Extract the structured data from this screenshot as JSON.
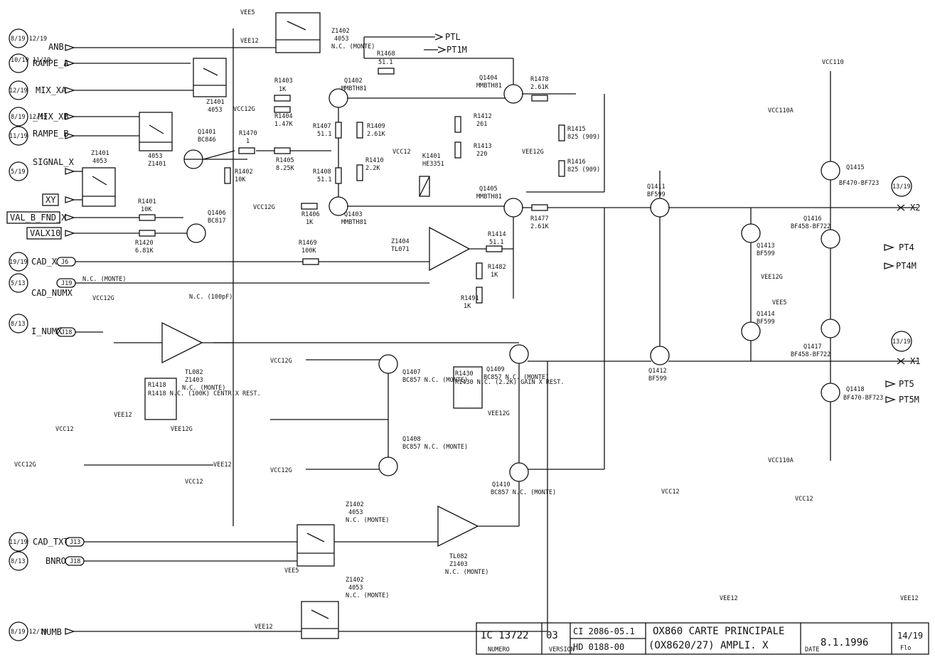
{
  "title_block": {
    "doc_number": "IC 13722",
    "version": "03",
    "version_caption": "VERSION",
    "number_caption": "NUMERO",
    "ref1": "CI 2086-05.1",
    "ref2": "HD 0188-00",
    "title_line1": "OX860 CARTE PRINCIPALE",
    "title_line2": "(OX8620/27)   AMPLI. X",
    "date_caption": "DATE",
    "date": "8.1.1996",
    "sheet": "14/19",
    "sheet_caption": "Flo"
  },
  "inputs": [
    {
      "name": "ANB",
      "ref": ""
    },
    {
      "name": "RAMPE_A",
      "ref": "10/19 11/19"
    },
    {
      "name": "MIX_XA",
      "ref": "12/19"
    },
    {
      "name": "_MIX_XB",
      "ref": "8/19 12/19"
    },
    {
      "name": "RAMPE_B",
      "ref": "11/19"
    },
    {
      "name": "SIGNAL_X",
      "ref": "5/19"
    },
    {
      "name": "XY",
      "ref": ""
    },
    {
      "name": "VAL_B_FND_X",
      "ref": ""
    },
    {
      "name": "VALX10",
      "ref": ""
    },
    {
      "name": "CAD_X",
      "ref": "19/19"
    },
    {
      "name": "CAD_NUMX",
      "ref": "5/13"
    },
    {
      "name": "I_NUMX",
      "ref": "8/13"
    },
    {
      "name": "CAD_TXT",
      "ref": "11/19"
    },
    {
      "name": "BNRO",
      "ref": "8/13"
    },
    {
      "name": "NUMB",
      "ref": "8/19 12/19"
    }
  ],
  "ref_top": "8/19 12/19",
  "connectors": [
    "J6",
    "J19",
    "J18",
    "J13",
    "J18"
  ],
  "outputs": [
    "PTL",
    "PT1M",
    "X2",
    "PT4",
    "PT4M",
    "X1",
    "PT5",
    "PT5M"
  ],
  "out_refs": [
    "13/19",
    "13/19"
  ],
  "rails": [
    "VEE5",
    "VEE12",
    "VCC12G",
    "VCC12",
    "VEE12G",
    "VCC110",
    "VCC110A"
  ],
  "switches": [
    {
      "ref": "Z1402",
      "type": "4053",
      "note": "N.C. (MONTE)"
    },
    {
      "ref": "Z1401",
      "type": "4053"
    },
    {
      "ref": "Z1401",
      "type": "4053"
    },
    {
      "ref": "Z1401",
      "type": "4053"
    },
    {
      "ref": "Z1402",
      "type": "4053",
      "note": "N.C. (MONTE)"
    },
    {
      "ref": "Z1402",
      "type": "4053",
      "note": "N.C. (MONTE)"
    }
  ],
  "opamps": [
    {
      "ref": "Z1404",
      "type": "TL071"
    },
    {
      "ref": "Z1403",
      "type": "TL082",
      "note": "N.C. (MONTE)"
    },
    {
      "ref": "Z1403",
      "type": "TL082",
      "note": "N.C. (MONTE)"
    }
  ],
  "transistors": [
    {
      "ref": "Q1401",
      "type": "BC846"
    },
    {
      "ref": "Q1402",
      "type": "MMBTH81"
    },
    {
      "ref": "Q1403",
      "type": "MMBTH81"
    },
    {
      "ref": "Q1404",
      "type": "MMBTH81"
    },
    {
      "ref": "Q1405",
      "type": "MMBTH81"
    },
    {
      "ref": "Q1406",
      "type": "BC817"
    },
    {
      "ref": "Q1407",
      "type": "BC857 N.C. (MONTE)"
    },
    {
      "ref": "Q1408",
      "type": "BC857 N.C. (MONTE)"
    },
    {
      "ref": "Q1409",
      "type": "BC857 N.C. (MONTE)"
    },
    {
      "ref": "Q1410",
      "type": "BC857 N.C. (MONTE)"
    },
    {
      "ref": "Q1411",
      "type": "BF599"
    },
    {
      "ref": "Q1412",
      "type": "BF599"
    },
    {
      "ref": "Q1413",
      "type": "BF599"
    },
    {
      "ref": "Q1414",
      "type": "BF599"
    },
    {
      "ref": "Q1415",
      "type": "BF470-BF723"
    },
    {
      "ref": "Q1416",
      "type": "BF458-BF722"
    },
    {
      "ref": "Q1417",
      "type": "BF458-BF722"
    },
    {
      "ref": "Q1418",
      "type": "BF470-BF723"
    }
  ],
  "resistors": [
    {
      "ref": "R1468",
      "value": "51.1"
    },
    {
      "ref": "R1403",
      "value": "1K"
    },
    {
      "ref": "R1404",
      "value": "1.47K"
    },
    {
      "ref": "R1405",
      "value": "8.25K"
    },
    {
      "ref": "R1407",
      "value": "51.1"
    },
    {
      "ref": "R1408",
      "value": "51.1"
    },
    {
      "ref": "R1409",
      "value": "2.61K"
    },
    {
      "ref": "R1410",
      "value": "2.2K"
    },
    {
      "ref": "R1412",
      "value": "261"
    },
    {
      "ref": "R1413",
      "value": "220"
    },
    {
      "ref": "R1478",
      "value": "2.61K"
    },
    {
      "ref": "R1415",
      "value": "825 (909)"
    },
    {
      "ref": "R1416",
      "value": "825 (909)"
    },
    {
      "ref": "R1477",
      "value": "2.61K"
    },
    {
      "ref": "R1470",
      "value": "1"
    },
    {
      "ref": "R1402",
      "value": "10K"
    },
    {
      "ref": "R1401",
      "value": "10K"
    },
    {
      "ref": "R1406",
      "value": "1K"
    },
    {
      "ref": "R1420",
      "value": "6.81K"
    },
    {
      "ref": "R1469",
      "value": "100K"
    },
    {
      "ref": "R1414",
      "value": "51.1"
    },
    {
      "ref": "R1482",
      "value": "1K"
    },
    {
      "ref": "R1491",
      "value": "1K"
    }
  ],
  "relay": {
    "ref": "K1401",
    "type": "HE3351"
  },
  "misc_labels": {
    "nc_monte": "N.C. (MONTE)",
    "nc_100pf": "N.C. (100pF)",
    "r1418": "R1418 N.C. (100K) CENTR.X REST.",
    "r1430": "R1430 N.C. (2.2K) GAIN X REST."
  }
}
